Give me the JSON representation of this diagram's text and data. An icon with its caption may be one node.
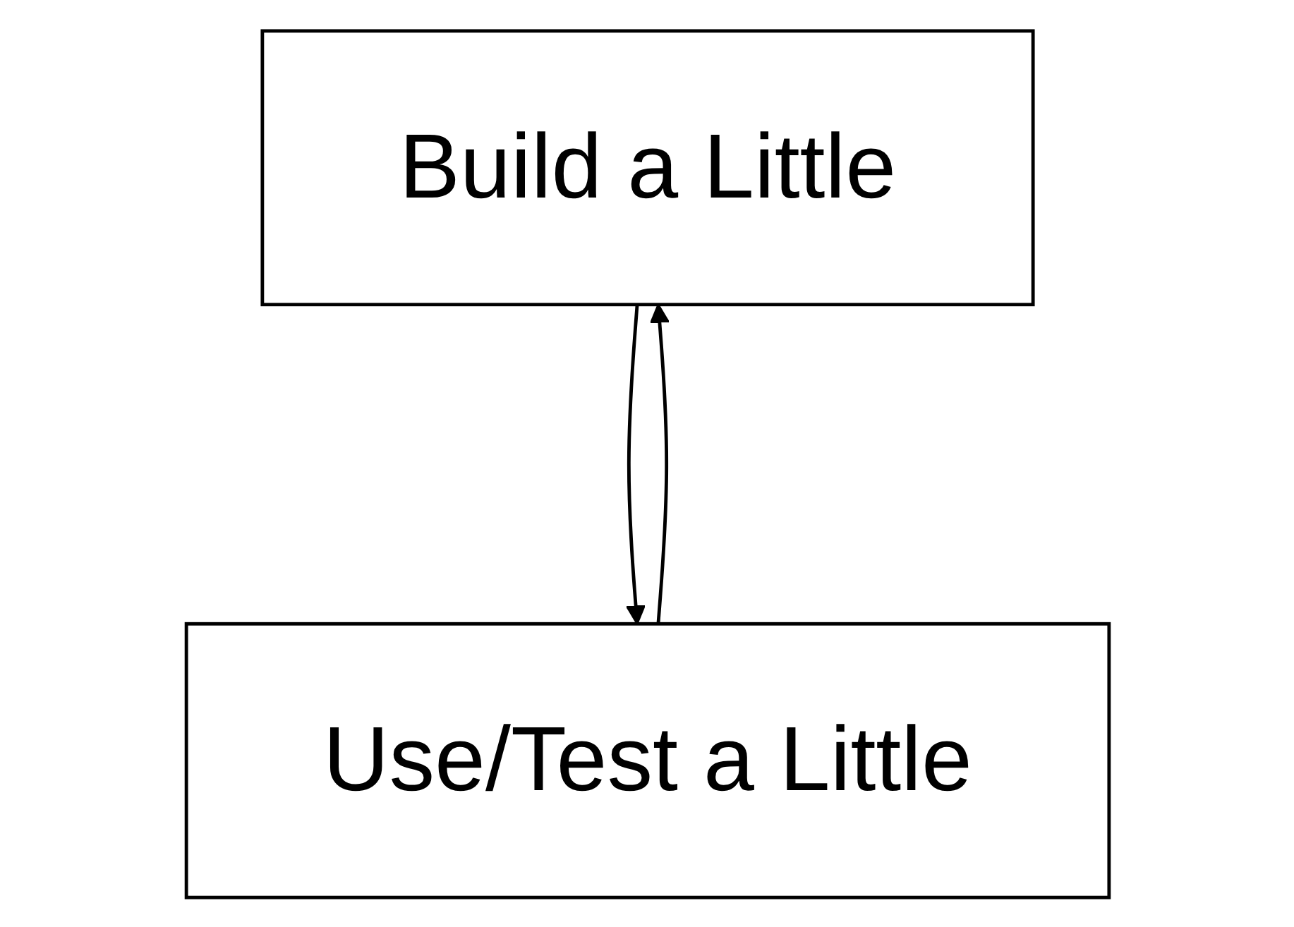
{
  "diagram": {
    "nodes": [
      {
        "text": [
          "Build a Little"
        ]
      },
      {
        "text": [
          "Use/Test a Little"
        ]
      }
    ],
    "edges": [
      {
        "from": 0,
        "to": 1,
        "arrow": "to"
      },
      {
        "from": 1,
        "to": 0,
        "arrow": "to"
      }
    ]
  }
}
